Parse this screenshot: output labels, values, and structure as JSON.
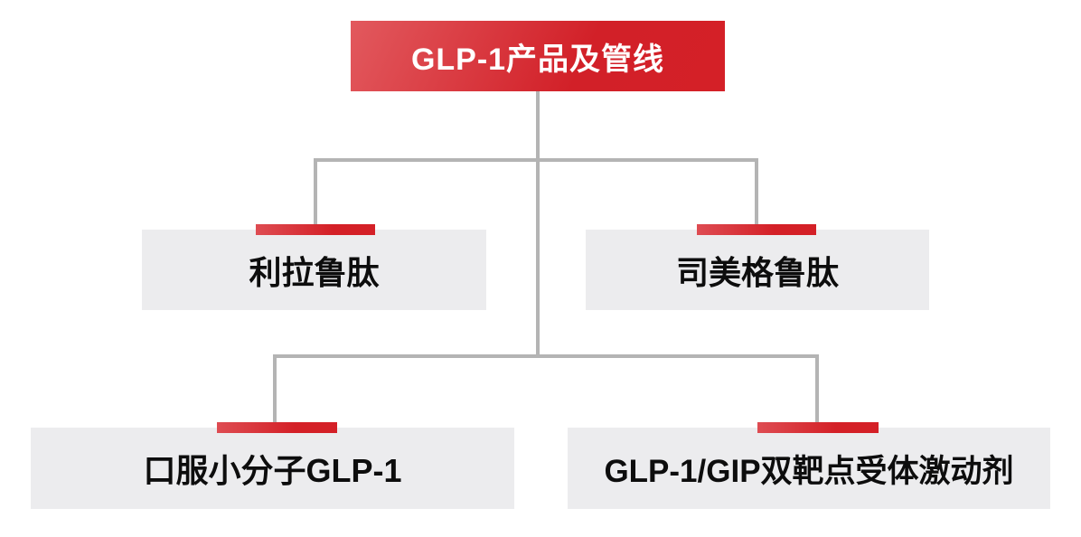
{
  "diagram": {
    "type": "tree",
    "root": {
      "label": "GLP-1产品及管线"
    },
    "level1": [
      {
        "label": "利拉鲁肽"
      },
      {
        "label": "司美格鲁肽"
      }
    ],
    "level2": [
      {
        "label": "口服小分子GLP-1"
      },
      {
        "label": "GLP-1/GIP双靶点受体激动剂"
      }
    ],
    "colors": {
      "accent_red": "#d42027",
      "accent_red_light": "#e2595e",
      "node_fill": "#ececee",
      "connector_gray": "#b4b4b4",
      "root_text": "#ffffff",
      "node_text": "#0d0d0d"
    }
  }
}
